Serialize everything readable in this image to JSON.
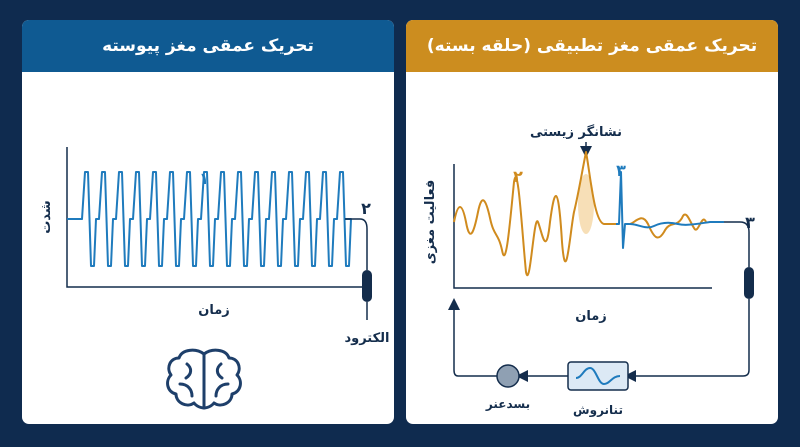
{
  "left_panel": {
    "title": "تحریک عمقی مغز پیوسته",
    "y_label": "شدت",
    "x_label": "زمان",
    "marker_1": "۱",
    "marker_2": "۲",
    "electrode_label": "الکترود",
    "icon": "brain-icon"
  },
  "right_panel": {
    "title": "تحریک عمقی مغز تطبیقی (حلقه بسته)",
    "y_label": "فعالیت مغزی",
    "x_label": "زمان",
    "biomarker_label": "نشانگر زیستی",
    "marker_2": "۲",
    "marker_3_spike": "۳",
    "marker_3_right": "۳",
    "filter_label": "تنانروش",
    "controller_label": "بسدعنر"
  },
  "colors": {
    "background": "#0f2b4f",
    "blue_header": "#0f5a92",
    "orange_header": "#cc8d1f",
    "signal_blue": "#1f7bbd",
    "signal_orange": "#d08b1e",
    "dark": "#142d4c"
  }
}
